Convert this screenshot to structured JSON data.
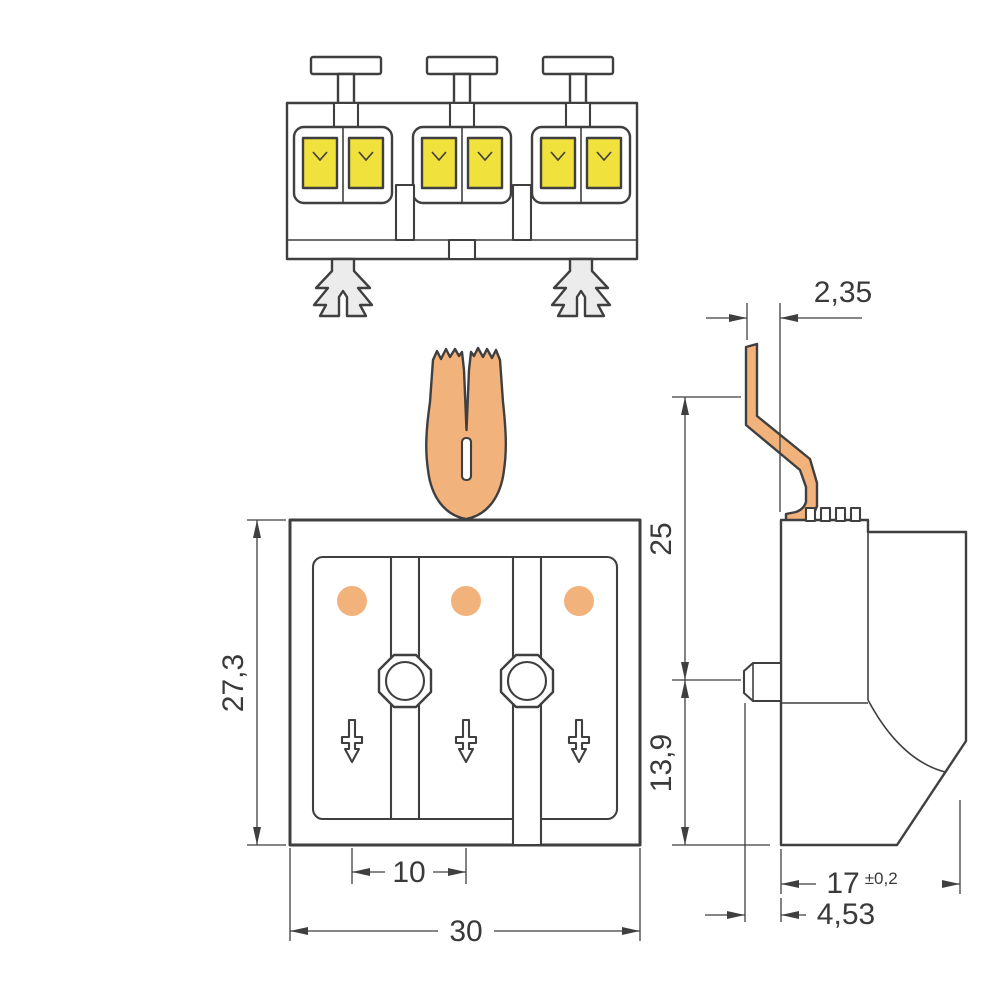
{
  "dimensions": {
    "total_height": "27,3",
    "pitch": "10",
    "width": "30",
    "pin_offset": "2,35",
    "upper_height": "25",
    "lower_height": "13,9",
    "depth": "17",
    "depth_tolerance": "±0,2",
    "latch_offset": "4,53"
  },
  "colors": {
    "line": "#3f3f3f",
    "text": "#3a3a3a",
    "tool_orange": "#f2b27c",
    "clamp_yellow": "#f1e13c",
    "foot_gray": "#ececec",
    "background": "#ffffff"
  }
}
